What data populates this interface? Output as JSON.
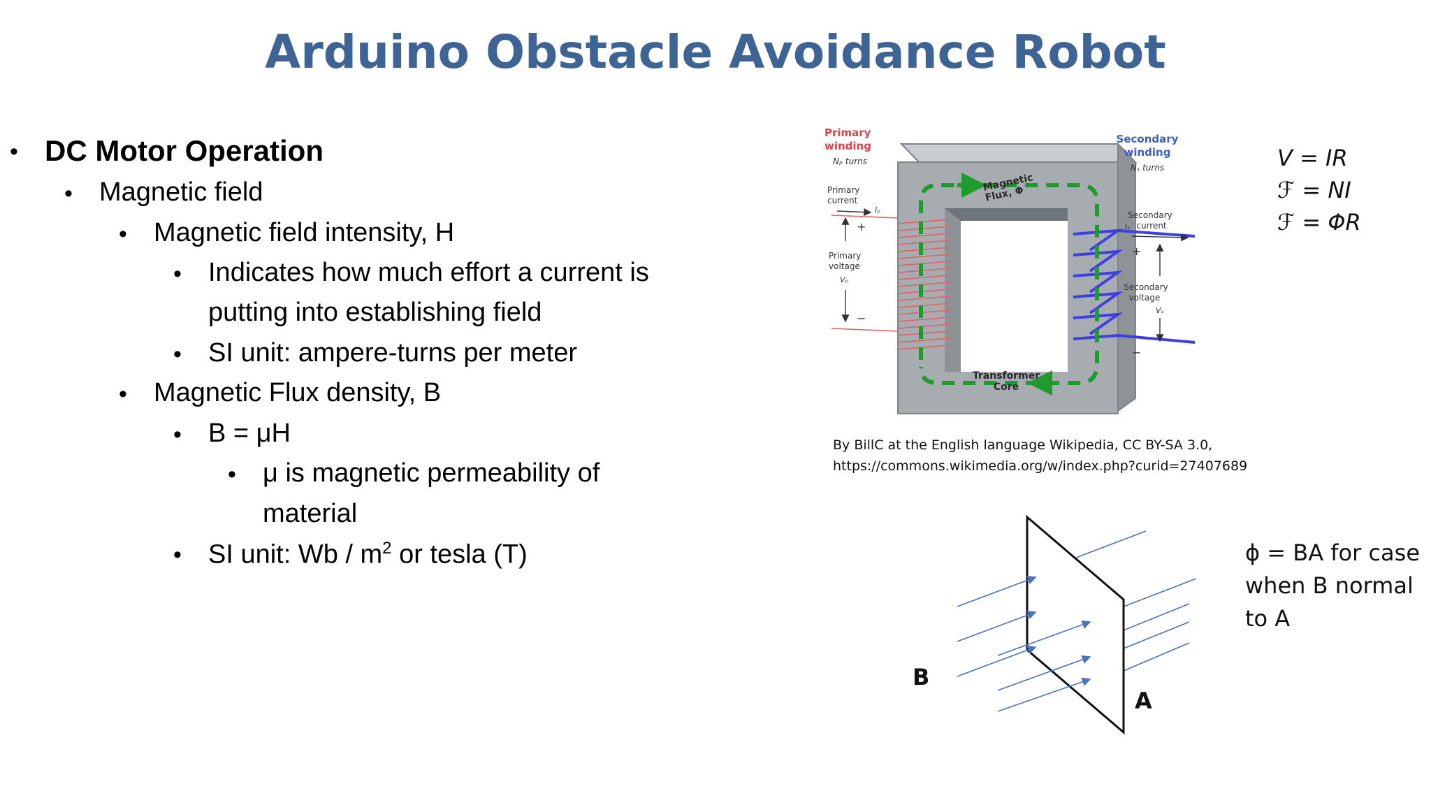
{
  "slide": {
    "title": "Arduino Obstacle Avoidance Robot",
    "bullets": {
      "b1": "DC Motor Operation",
      "b2": "Magnetic field",
      "b3": "Magnetic field intensity, H",
      "b4a": "Indicates how much effort a current is",
      "b4b": "putting into establishing field",
      "b5": "SI unit: ampere-turns per meter",
      "b6": "Magnetic Flux density, B",
      "b7": "B = μH",
      "b8a": "μ is magnetic permeability of",
      "b8b": "material",
      "b9_pre": "SI unit: Wb / m",
      "b9_sup": "2",
      "b9_post": " or tesla (T)"
    },
    "bullet_glyph": "•",
    "transformer_figure": {
      "primary_winding": [
        "Primary",
        "winding"
      ],
      "np_turns": "Nₚ turns",
      "primary_current": [
        "Primary",
        "current"
      ],
      "ip": "Iₚ",
      "primary_voltage": [
        "Primary",
        "voltage"
      ],
      "vp": "Vₚ",
      "plus": "+",
      "minus": "−",
      "magnetic_flux": [
        "Magnetic",
        "Flux, Φ"
      ],
      "transformer_core": [
        "Transformer",
        "Core"
      ],
      "secondary_winding": [
        "Secondary",
        "winding"
      ],
      "ns_turns": "Nₛ turns",
      "secondary_current": [
        "Secondary",
        "current"
      ],
      "is": "Iₛ",
      "secondary_voltage": [
        "Secondary",
        "voltage"
      ],
      "vs": "Vₛ"
    },
    "credit": {
      "line1": "By BillC at the English language Wikipedia, CC BY-SA 3.0,",
      "line2": "https://commons.wikimedia.org/w/index.php?curid=27407689"
    },
    "equations": {
      "e1": "V = IR",
      "e2": "ℱ = NI",
      "e3": "ℱ = ΦR"
    },
    "flux_note": {
      "line1": "ϕ = BA for case",
      "line2": "when B normal",
      "line3": "to A"
    },
    "plane_figure": {
      "label_b": "B",
      "label_a": "A"
    },
    "colors": {
      "title": "#3e6496",
      "primary_label": "#d9434b",
      "secondary_label": "#3c5fc4",
      "flux_green": "#1f9a2c",
      "coil_blue": "#3d3fe0",
      "coil_red": "#e06060",
      "core_gray": "#a7acb1",
      "field_arrow": "#4a72b8"
    }
  }
}
